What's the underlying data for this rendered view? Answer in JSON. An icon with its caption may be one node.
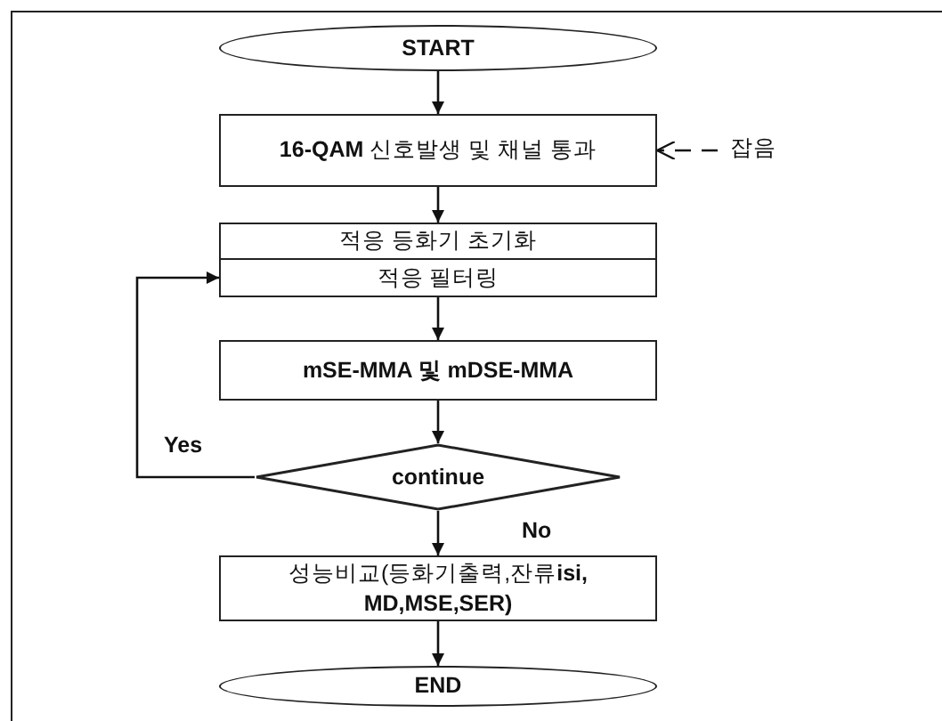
{
  "diagram": {
    "nodes": [
      {
        "text": [
          "START"
        ]
      },
      {
        "text": [
          "**16-QAM** 신호발생 및 채널 통과"
        ]
      },
      {
        "text": [
          "적응 등화기 초기화"
        ]
      },
      {
        "text": [
          "적응 필터링"
        ]
      },
      {
        "text": [
          "mSE-MMA 및 mDSE-MMA"
        ]
      },
      {
        "text": [
          "continue"
        ]
      },
      {
        "text": [
          "성능비교(등화기출력,잔류**isi, MD,MSE,SER)**"
        ]
      },
      {
        "text": [
          "END"
        ]
      },
      {
        "text": [
          "잡음"
        ]
      }
    ],
    "edges": [
      {
        "from": 0,
        "to": 1,
        "arrow": "to"
      },
      {
        "from": 1,
        "to": 2,
        "arrow": "to"
      },
      {
        "from": 3,
        "to": 4,
        "arrow": "to"
      },
      {
        "from": 4,
        "to": 5,
        "arrow": "to"
      },
      {
        "from": 5,
        "to": 3,
        "arrow": "to",
        "label": "Yes"
      },
      {
        "from": 5,
        "to": 6,
        "arrow": "to",
        "label": "No"
      },
      {
        "from": 6,
        "to": 7,
        "arrow": "to"
      },
      {
        "from": 8,
        "to": 1,
        "arrow": "to",
        "style": "dashed"
      }
    ]
  }
}
